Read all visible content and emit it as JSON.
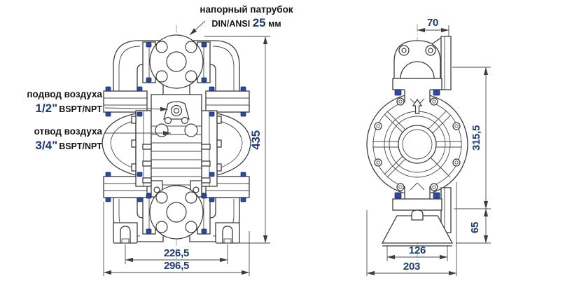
{
  "labels": {
    "discharge_port": {
      "line1": "напорный патрубок",
      "std": "DIN/ANSI ",
      "size_value": "25",
      "size_unit": " мм"
    },
    "air_inlet": {
      "name": "подвод воздуха",
      "size": "1/2\"",
      "thread": "BSPT/NPT"
    },
    "air_outlet": {
      "name": "отвод воздуха",
      "size": "3/4\"",
      "thread": "BSPT/NPT"
    }
  },
  "dimensions": {
    "front_overall_height": "435",
    "front_feet_centers": "226,5",
    "front_overall_width": "296,5",
    "side_flange_offset": "70",
    "side_port_span": "315,5",
    "side_foot_height": "65",
    "side_foot_width": "126",
    "side_overall_depth": "203"
  },
  "colors": {
    "dimension_text": "#1d3b72",
    "label_text": "#141414",
    "line": "#3c3c3c",
    "bolt_accent": "#2b4aa0"
  }
}
